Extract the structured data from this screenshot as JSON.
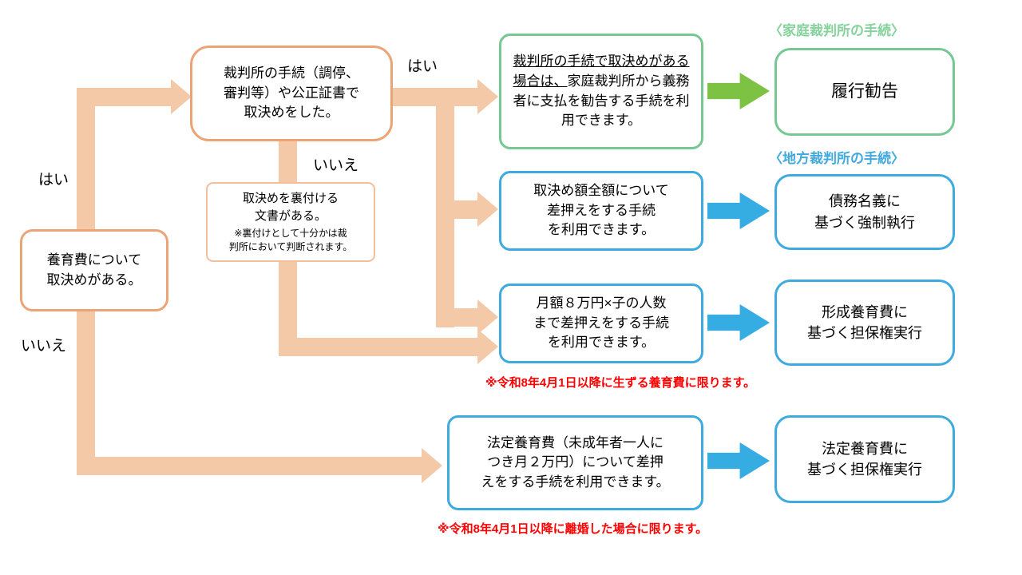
{
  "labels": {
    "yes_left": "はい",
    "no_left": "いいえ",
    "yes_top": "はい",
    "no_mid": "いいえ"
  },
  "headers": {
    "family_court": "〈家庭裁判所の手続〉",
    "district_court": "〈地方裁判所の手続〉"
  },
  "nodes": {
    "start": "養育費について\n取決めがある。",
    "court_agreement": "裁判所の手続（調停、\n審判等）や公正証書で\n取決めをした。",
    "supporting_document": {
      "main": "取決めを裏付ける\n文書がある。",
      "note": "※裏付けとして十分かは裁\n判所において判断されます。"
    }
  },
  "procedures": {
    "performance_recommendation": {
      "underlined": "裁判所の手続で取決めがある場合は、",
      "rest": "家庭裁判所から義務者に支払を勧告する手続を利用できます。"
    },
    "full_amount_seizure": "取決め額全額について\n差押えをする手続\nを利用できます。",
    "monthly_cap_seizure": "月額８万円×子の人数\nまで差押えをする手続\nを利用できます。",
    "statutory_support_seizure": "法定養育費（未成年者一人に\nつき月２万円）について差押\nえをする手続を利用できます。"
  },
  "notes": {
    "monthly_cap": "※令和8年4月1日以降に生ずる養育費に限ります。",
    "statutory": "※令和8年4月1日以降に離婚した場合に限ります。"
  },
  "results": {
    "recommendation": "履行勧告",
    "compulsory_execution": "債務名義に\n基づく強制執行",
    "formed_support_lien": "形成養育費に\n基づく担保権実行",
    "statutory_support_lien": "法定養育費に\n基づく担保権実行"
  },
  "colors": {
    "peach_line": "#F4C9A8",
    "orange_border": "#ECA477",
    "green_border": "#76C893",
    "green_header": "#85D29C",
    "blue_border": "#3FAADF",
    "blue_arrow": "#35ACE2",
    "green_arrow": "#7DC242",
    "red_note": "#FF0000"
  }
}
